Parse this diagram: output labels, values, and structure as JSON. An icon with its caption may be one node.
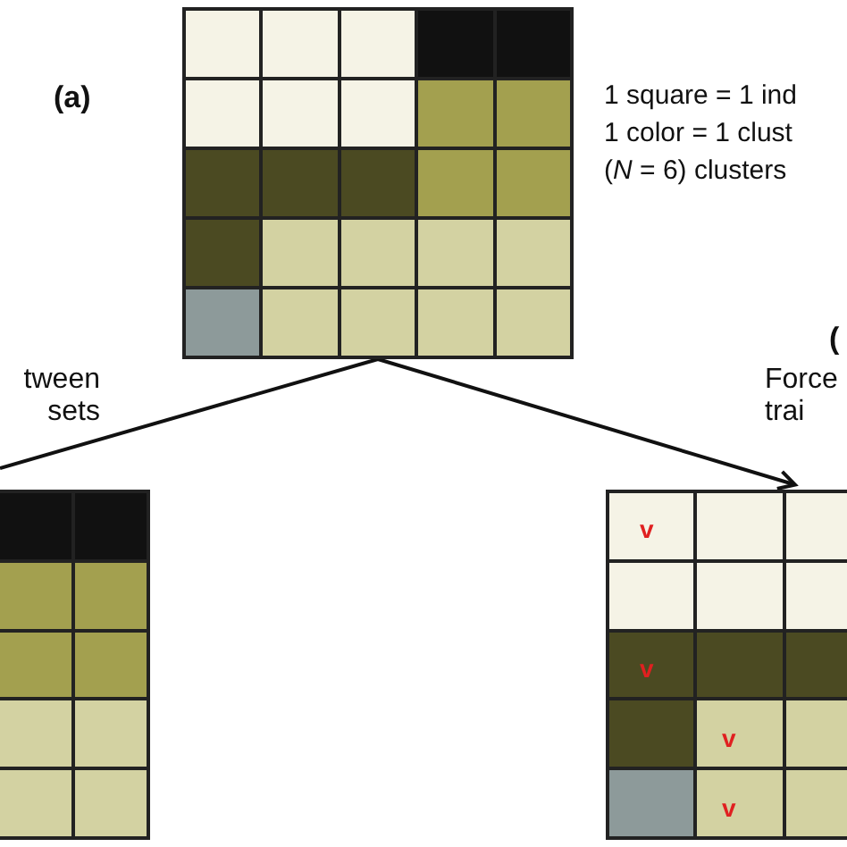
{
  "diagram": {
    "nodes": [
      {
        "text": [],
        "shape": "grid",
        "beside": [
          "(a)"
        ]
      },
      {
        "text": [],
        "shape": "grid"
      },
      {
        "text": [],
        "shape": "grid"
      }
    ],
    "edges": [
      {
        "from": 0,
        "to": 1,
        "arrow": "none",
        "label": "tween sets"
      },
      {
        "from": 0,
        "to": 2,
        "arrow": "to",
        "label": "Force trai"
      }
    ],
    "labels": [
      "1 square = 1 ind",
      "1 color = 1 clust",
      "(*N* = 6) clusters",
      "(",
      "v",
      "v",
      "v",
      "v"
    ]
  }
}
